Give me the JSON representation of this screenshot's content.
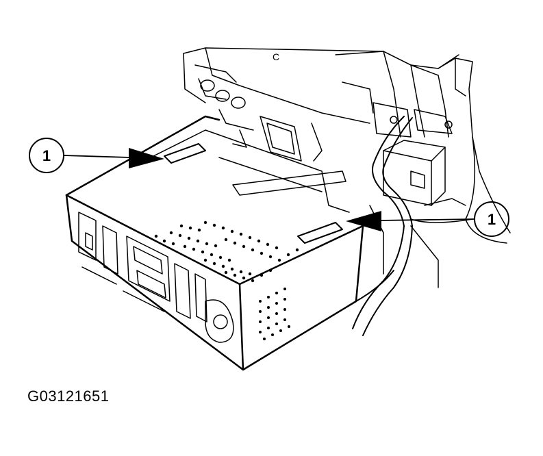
{
  "figure": {
    "id": "G03121651",
    "callouts": [
      {
        "label": "1"
      },
      {
        "label": "1"
      }
    ],
    "background_mark": "C"
  },
  "colors": {
    "ink": "#000000",
    "paper": "#ffffff"
  }
}
